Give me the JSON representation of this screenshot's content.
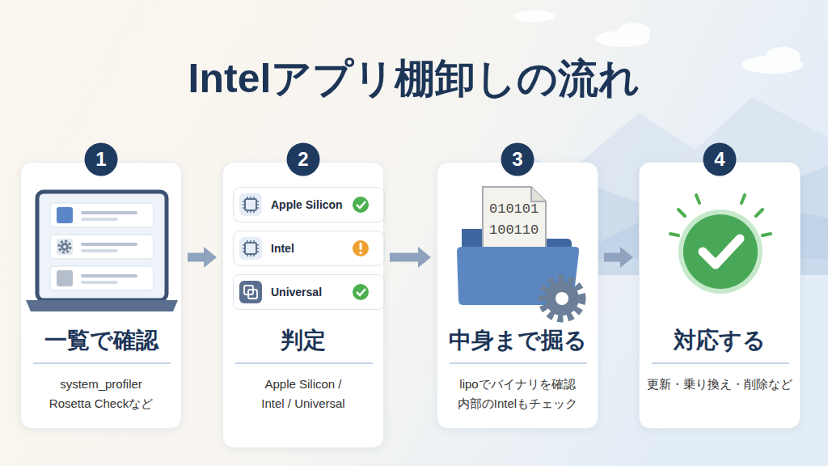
{
  "diagram": {
    "title": "Intelアプリ棚卸しの流れ",
    "nodes": [
      {
        "text": [
          "1"
        ]
      },
      {
        "text": [
          "一覧で確認",
          "system_profiler Rosetta Checkなど"
        ]
      },
      {
        "text": [
          "2"
        ]
      },
      {
        "text": [
          "判定",
          "Apple Silicon / Intel / Universal"
        ]
      },
      {
        "text": [
          "Apple Silicon"
        ],
        "in": 3
      },
      {
        "text": [
          "Intel"
        ],
        "in": 3
      },
      {
        "text": [
          "Universal"
        ],
        "in": 3
      },
      {
        "text": [
          "3"
        ]
      },
      {
        "text": [
          "中身まで掘る",
          "lipoでバイナリを確認 内部のIntelもチェック"
        ]
      },
      {
        "text": [
          "4"
        ]
      },
      {
        "text": [
          "対応する",
          "更新・乗り換え・削除など"
        ]
      }
    ],
    "edges": [
      {
        "from": 1,
        "to": 3,
        "arrow": "to"
      },
      {
        "from": 3,
        "to": 8,
        "arrow": "to"
      },
      {
        "from": 8,
        "to": 10,
        "arrow": "to"
      }
    ],
    "labels": [
      "010101",
      "100110"
    ]
  }
}
